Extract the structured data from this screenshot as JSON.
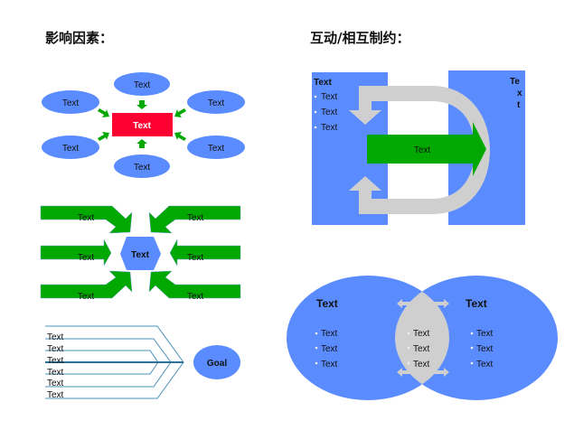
{
  "headings": {
    "influence": "影响因素：",
    "interaction": "互动/相互制约："
  },
  "colors": {
    "blue": "#5b8cff",
    "green": "#00a800",
    "red": "#ff0033",
    "gray": "#cfcfcf",
    "line": "#4a90b8"
  },
  "radial": {
    "center": "Text",
    "nodes": [
      "Text",
      "Text",
      "Text",
      "Text",
      "Text",
      "Text"
    ]
  },
  "converge": {
    "center": "Text",
    "left": [
      "Text",
      "Text",
      "Text"
    ],
    "right": [
      "Text",
      "Text",
      "Text"
    ]
  },
  "goal": {
    "label": "Goal",
    "lines": [
      "Text",
      "Text",
      "Text",
      "Text",
      "Text",
      "Text"
    ]
  },
  "cycle": {
    "left_title": "Text",
    "left_bullets": [
      "Text",
      "Text",
      "Text"
    ],
    "right_title": [
      "Te",
      "x",
      "t"
    ],
    "arrow_label": "Text"
  },
  "venn": {
    "left_title": "Text",
    "right_title": "Text",
    "left": [
      "Text",
      "Text",
      "Text"
    ],
    "middle": [
      "Text",
      "Text",
      "Text"
    ],
    "right": [
      "Text",
      "Text",
      "Text"
    ]
  }
}
